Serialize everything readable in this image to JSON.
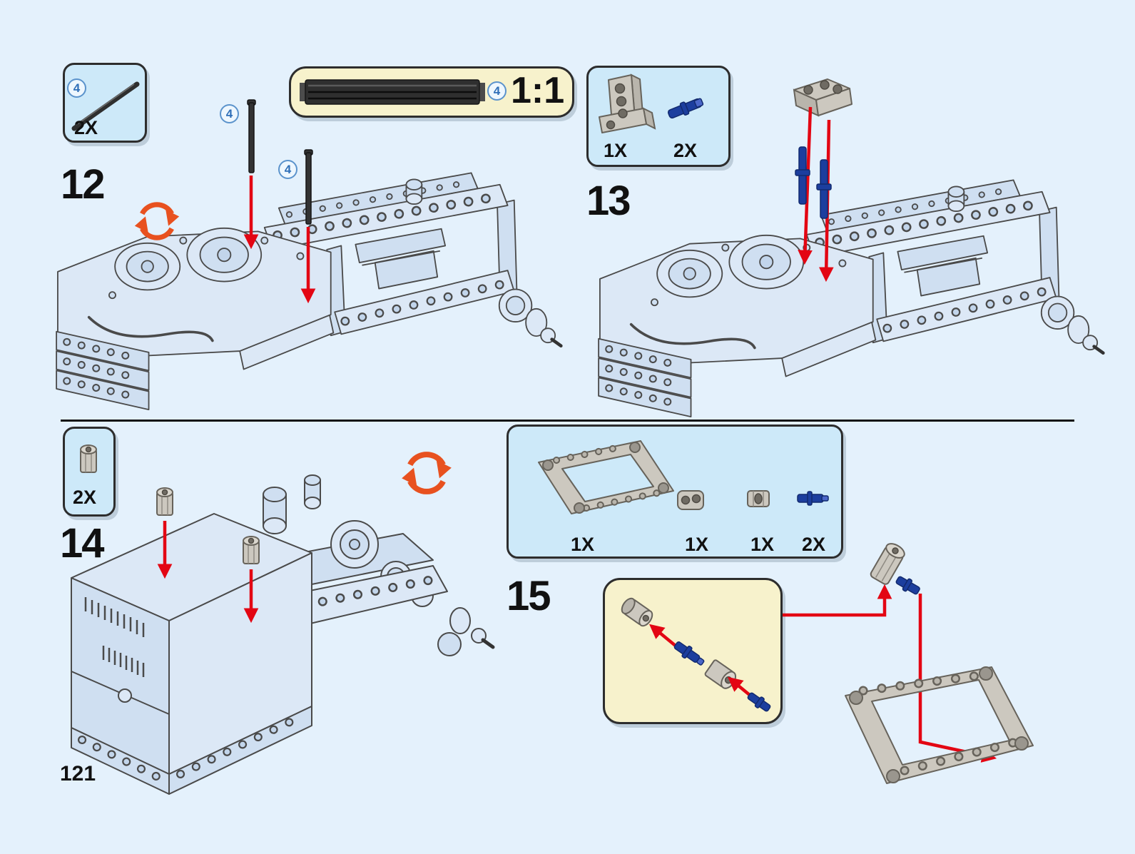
{
  "page": {
    "number": "121"
  },
  "colors": {
    "background": "#e4f1fc",
    "panel_fill": "#cde9f9",
    "panel_border": "#2d2d2d",
    "scale_panel_fill": "#f7f2cc",
    "arrow_red": "#e30613",
    "rotate_orange": "#e8511f",
    "pin_blue": "#1c3e9e",
    "part_tan": "#ccc8bf",
    "model_blue": "#dce8f6"
  },
  "scale_box": {
    "callout": "4",
    "ratio": "1:1",
    "part": "technic-axle-black-actual-size"
  },
  "steps": {
    "s12": {
      "number": "12",
      "parts": [
        {
          "callout": "4",
          "count": "2X",
          "part": "technic-axle-black"
        }
      ],
      "inline_callouts": [
        "4",
        "4"
      ],
      "icons": [
        "rotate-model-icon"
      ]
    },
    "s13": {
      "number": "13",
      "parts": [
        {
          "count": "1X",
          "part": "technic-beam-3x3-t-tan"
        },
        {
          "count": "2X",
          "part": "technic-pin-long-blue"
        }
      ]
    },
    "s14": {
      "number": "14",
      "parts": [
        {
          "count": "2X",
          "part": "technic-axle-connector-tan"
        }
      ],
      "icons": [
        "rotate-model-icon"
      ]
    },
    "s15": {
      "number": "15",
      "parts": [
        {
          "count": "1X",
          "part": "technic-frame-5x7-gray"
        },
        {
          "count": "1X",
          "part": "technic-pin-connector-gray"
        },
        {
          "count": "1X",
          "part": "technic-axle-connector-gray"
        },
        {
          "count": "2X",
          "part": "technic-axle-pin-blue"
        }
      ]
    }
  }
}
